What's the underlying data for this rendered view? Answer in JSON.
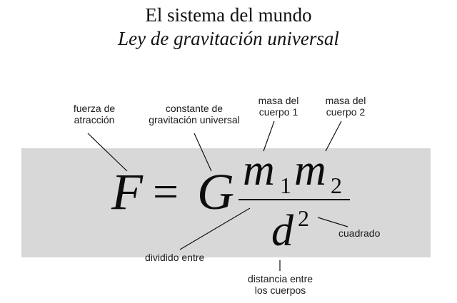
{
  "title": "El sistema del mundo",
  "subtitle": "Ley de gravitación universal",
  "formula": {
    "F": "F",
    "equals": "=",
    "G": "G",
    "m": "m",
    "sub1": "1",
    "sub2": "2",
    "d": "d",
    "exp": "2"
  },
  "labels": {
    "force_line1": "fuerza de",
    "force_line2": "atracción",
    "constant_line1": "constante de",
    "constant_line2": "gravitación universal",
    "mass1_line1": "masa del",
    "mass1_line2": "cuerpo 1",
    "mass2_line1": "masa del",
    "mass2_line2": "cuerpo 2",
    "squared": "cuadrado",
    "divided": "dividido entre",
    "distance_line1": "distancia entre",
    "distance_line2": "los cuerpos"
  }
}
